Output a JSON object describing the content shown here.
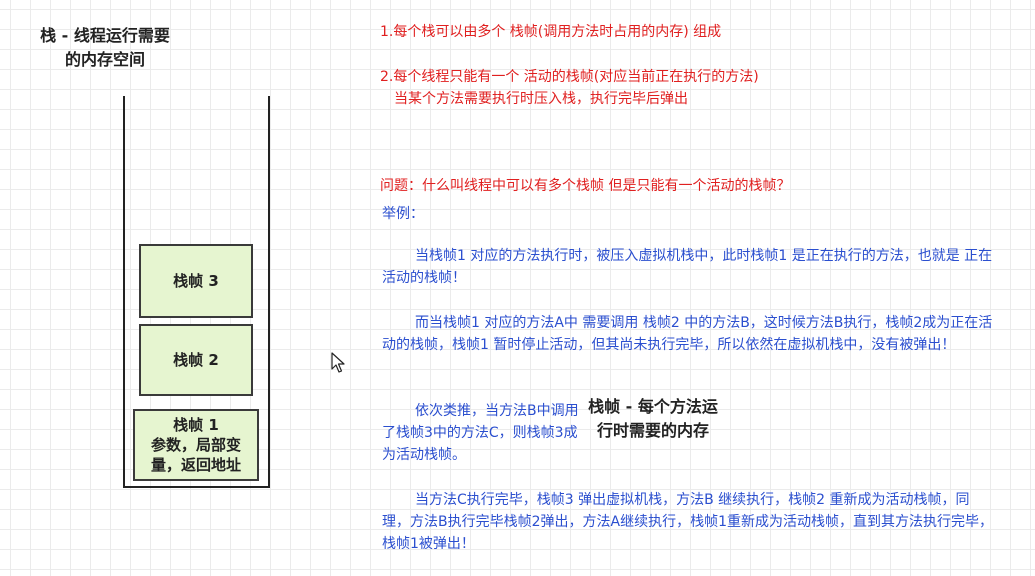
{
  "stack_title": {
    "line1": "栈 - 线程运行需要",
    "line2": "的内存空间"
  },
  "frames": {
    "frame3": "栈帧 3",
    "frame2": "栈帧 2",
    "frame1_title": "栈帧 1",
    "frame1_line2": "参数，局部变",
    "frame1_line3": "量，返回地址"
  },
  "notes": {
    "note1": "1.每个栈可以由多个 栈帧(调用方法时占用的内存) 组成",
    "note2": "2.每个线程只能有一个 活动的栈帧(对应当前正在执行的方法)",
    "note2b": "当某个方法需要执行时压入栈，执行完毕后弹出",
    "question": "问题：什么叫线程中可以有多个栈帧 但是只能有一个活动的栈帧？"
  },
  "explanation": {
    "example_label": "举例：",
    "para1": "当栈帧1 对应的方法执行时，被压入虚拟机栈中，此时栈帧1 是正在执行的方法，也就是 正在活动的栈帧！",
    "para2": "而当栈帧1 对应的方法A中 需要调用 栈帧2 中的方法B，这时候方法B执行，栈帧2成为正在活动的栈帧，栈帧1 暂时停止活动，但其尚未执行完毕，所以依然在虚拟机栈中，没有被弹出！",
    "para3": "依次类推，当方法B中调用了栈帧3中的方法C，则栈帧3成为活动栈帧。",
    "para4": "当方法C执行完毕，栈帧3 弹出虚拟机栈，方法B 继续执行，栈帧2 重新成为活动栈帧，同理，方法B执行完毕栈帧2弹出，方法A继续执行，栈帧1重新成为活动栈帧，直到其方法执行完毕，栈帧1被弹出！"
  },
  "frame_note": {
    "line1": "栈帧 - 每个方法运",
    "line2": "行时需要的内存"
  },
  "icons": {
    "cursor": "mouse-pointer-icon"
  }
}
